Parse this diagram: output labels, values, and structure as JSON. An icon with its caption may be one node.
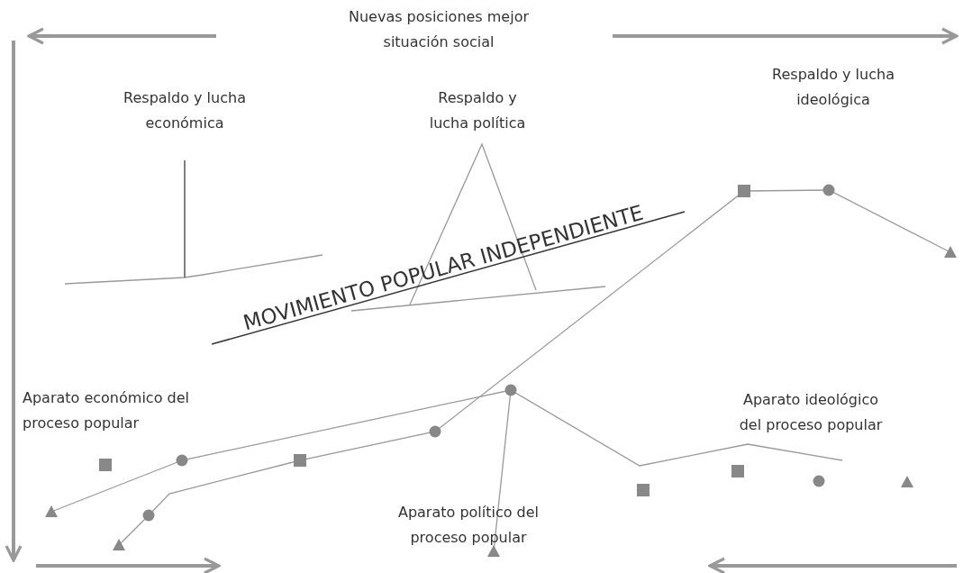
{
  "diagram": {
    "labels": [
      "Nuevas posiciones mejor situación social",
      "Respaldo y lucha económica",
      "Respaldo y lucha política",
      "Respaldo y lucha ideológica",
      "MOVIMIENTO POPULAR INDEPENDIENTE",
      "Aparato económico del proceso popular",
      "Aparato ideológico del proceso popular",
      "Aparato político del proceso popular"
    ]
  }
}
